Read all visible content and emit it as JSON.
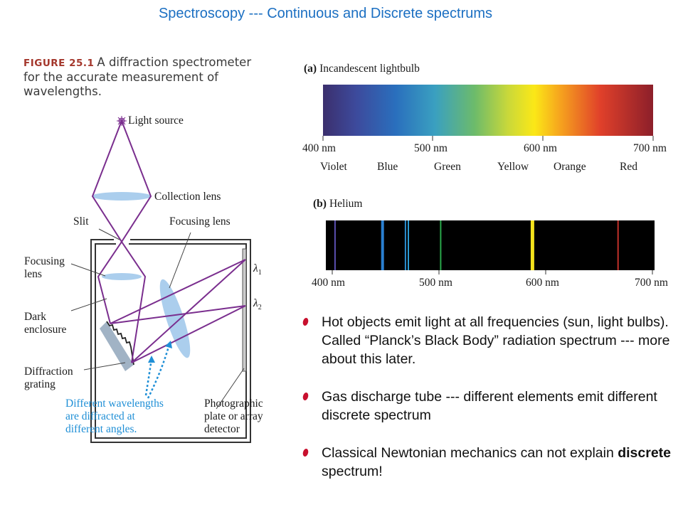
{
  "slide_title": "Spectroscopy --- Continuous and Discrete spectrums",
  "figure": {
    "number": "FIGURE 25.1",
    "caption": "A diffraction spectrometer for the accurate measurement of wavelengths.",
    "labels": {
      "light_source": "Light source",
      "collection_lens": "Collection lens",
      "slit": "Slit",
      "focusing_lens_top": "Focusing lens",
      "focusing_lens_left": "Focusing\nlens",
      "dark_enclosure": "Dark\nenclosure",
      "diffraction_grating": "Diffraction\ngrating",
      "different_wavelengths": "Different wavelengths\nare diffracted at\ndifferent angles.",
      "photographic_plate": "Photographic\nplate or array\ndetector",
      "lambda1": "λ",
      "lambda1_sub": "1",
      "lambda2": "λ",
      "lambda2_sub": "2"
    }
  },
  "panel_a": {
    "letter": "(a)",
    "title": "Incandescent lightbulb",
    "ticks": [
      "400 nm",
      "500 nm",
      "600 nm",
      "700 nm"
    ],
    "colors": [
      "Violet",
      "Blue",
      "Green",
      "Yellow",
      "Orange",
      "Red"
    ]
  },
  "panel_b": {
    "letter": "(b)",
    "title": "Helium",
    "ticks": [
      "400 nm",
      "500 nm",
      "600 nm",
      "700 nm"
    ],
    "lines_nm": [
      {
        "nm": 402.6,
        "color": "#5a4fb0"
      },
      {
        "nm": 447.1,
        "color": "#2a7fd0"
      },
      {
        "nm": 468.6,
        "color": "#2b8fd0"
      },
      {
        "nm": 471.3,
        "color": "#2b9ad0"
      },
      {
        "nm": 501.6,
        "color": "#2aa84a"
      },
      {
        "nm": 587.6,
        "color": "#f4e31c"
      },
      {
        "nm": 667.8,
        "color": "#c0302a"
      }
    ]
  },
  "bullets": [
    {
      "text": "Hot objects emit light at all frequencies (sun, light bulbs). Called “Planck’s Black Body” radiation spectrum --- more about this later."
    },
    {
      "text": "Gas discharge tube --- different elements emit different discrete spectrum"
    },
    {
      "pre": "Classical Newtonian mechanics can not explain ",
      "bold": "discrete",
      "post": " spectrum!"
    }
  ],
  "colors": {
    "title": "#1b6fc2",
    "bullet": "#c8102e",
    "ray": "#7a2e8e",
    "lens": "#9cc6ea",
    "annotation": "#1f8fd6"
  }
}
